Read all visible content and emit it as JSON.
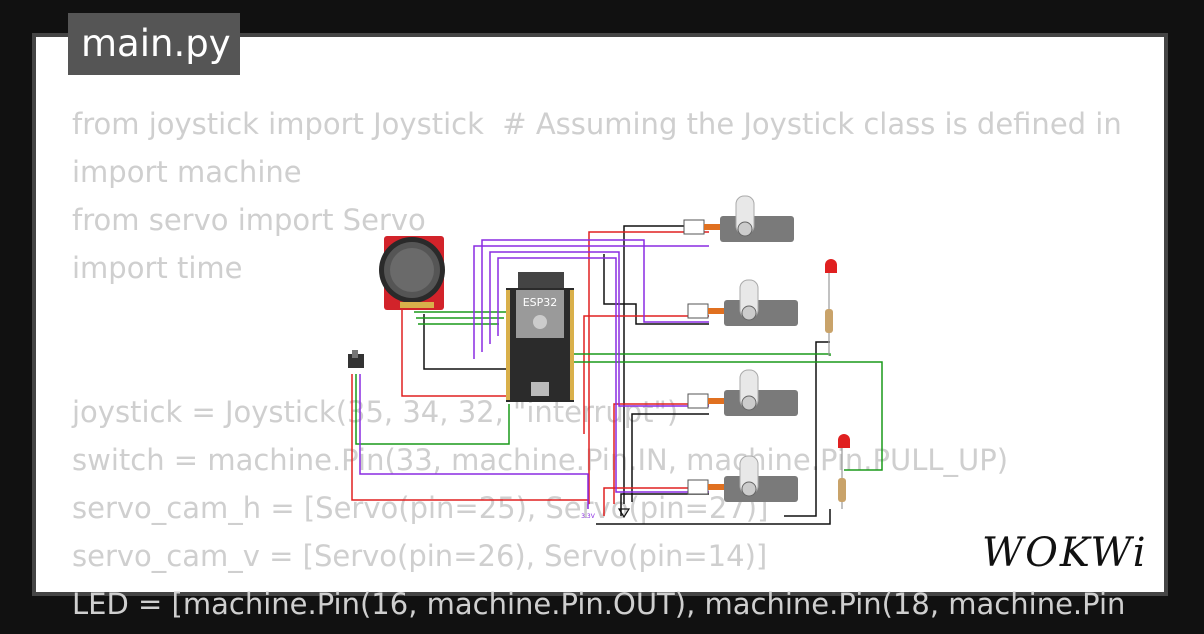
{
  "file": {
    "name": "main.py"
  },
  "code": {
    "lines": [
      "from joystick import Joystick  # Assuming the Joystick class is defined in",
      "import machine",
      "from servo import Servo",
      "import time",
      "",
      "",
      "joystick = Joystick(35, 34, 32, \"interrupt\")",
      "switch = machine.Pin(33, machine.Pin.IN, machine.Pin.PULL_UP)",
      "servo_cam_h = [Servo(pin=25), Servo(pin=27)]",
      "servo_cam_v = [Servo(pin=26), Servo(pin=14)]",
      "LED = [machine.Pin(16, machine.Pin.OUT), machine.Pin(18, machine.Pin"
    ]
  },
  "diagram": {
    "board_label": "ESP32",
    "net_label": "3.3V"
  },
  "brand": {
    "logo_text": "WOKWi"
  },
  "colors": {
    "wire_red": "#e02020",
    "wire_black": "#111111",
    "wire_green": "#1a9a1a",
    "wire_purple": "#8a2be2",
    "joystick_board": "#d2232a",
    "servo_body": "#7a7a7a"
  }
}
